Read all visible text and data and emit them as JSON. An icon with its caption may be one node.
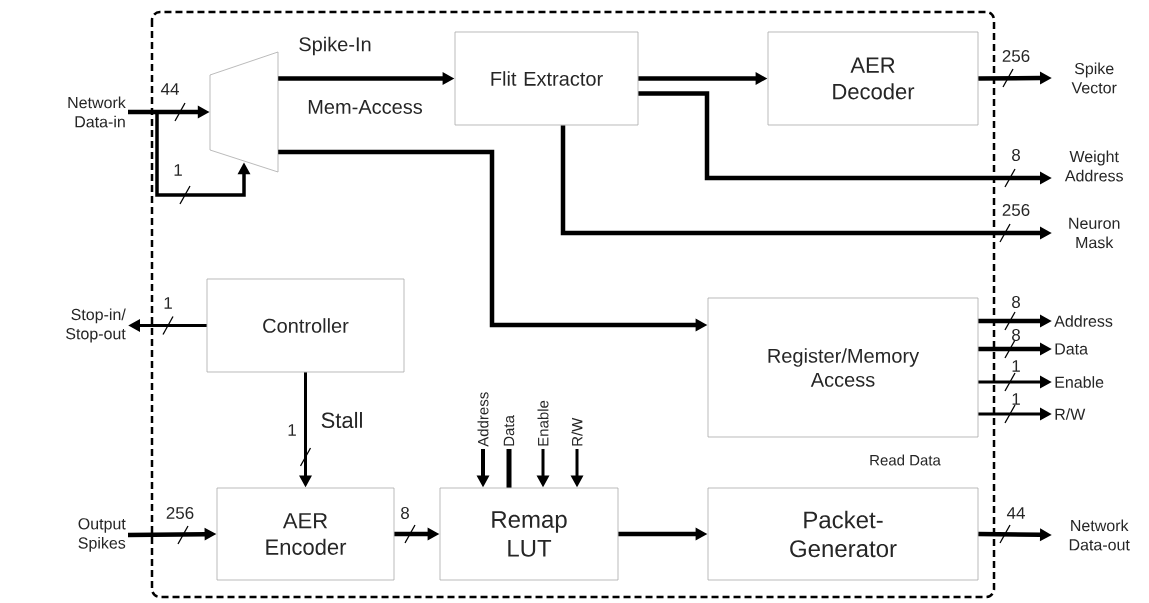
{
  "diagram": {
    "nodes": [
      {
        "text": [
          "Network Data-in"
        ]
      },
      {
        "text": [],
        "shape": "trapezoid"
      },
      {
        "text": [
          "Flit Extractor"
        ]
      },
      {
        "text": [
          "AER Decoder"
        ]
      },
      {
        "text": [
          "Spike Vector"
        ]
      },
      {
        "text": [
          "Weight Address"
        ]
      },
      {
        "text": [
          "Neuron Mask"
        ]
      },
      {
        "text": [
          "Stop-in/ Stop-out"
        ]
      },
      {
        "text": [
          "Controller"
        ]
      },
      {
        "text": [
          "Register/Memory Access"
        ]
      },
      {
        "text": [
          "Address"
        ]
      },
      {
        "text": [
          "Data"
        ]
      },
      {
        "text": [
          "Enable"
        ]
      },
      {
        "text": [
          "R/W"
        ]
      },
      {
        "text": [
          "Output Spikes"
        ]
      },
      {
        "text": [
          "AER Encoder"
        ]
      },
      {
        "text": [
          "Remap LUT"
        ]
      },
      {
        "text": [
          "Packet-Generator"
        ]
      },
      {
        "text": [
          "Network Data-out"
        ]
      },
      {
        "text": [
          "Address"
        ]
      },
      {
        "text": [
          "Data"
        ]
      },
      {
        "text": [
          "Enable"
        ]
      },
      {
        "text": [
          "R/W"
        ]
      }
    ],
    "edges": [
      {
        "from": 0,
        "to": 1,
        "arrow": "to",
        "label": "44"
      },
      {
        "from": 0,
        "to": 1,
        "arrow": "to",
        "label": "1"
      },
      {
        "from": 1,
        "to": 2,
        "arrow": "to",
        "label": "Spike-In"
      },
      {
        "from": 2,
        "to": 3,
        "arrow": "to"
      },
      {
        "from": 3,
        "to": 4,
        "arrow": "to",
        "label": "256"
      },
      {
        "from": 2,
        "to": 5,
        "arrow": "to",
        "label": "8"
      },
      {
        "from": 2,
        "to": 6,
        "arrow": "to",
        "label": "256"
      },
      {
        "from": 1,
        "to": 9,
        "arrow": "to"
      },
      {
        "from": 8,
        "to": 7,
        "arrow": "to",
        "label": "1"
      },
      {
        "from": 9,
        "to": 10,
        "arrow": "to",
        "label": "8"
      },
      {
        "from": 9,
        "to": 11,
        "arrow": "to",
        "label": "8"
      },
      {
        "from": 9,
        "to": 12,
        "arrow": "to",
        "label": "1"
      },
      {
        "from": 9,
        "to": 13,
        "arrow": "to",
        "label": "1"
      },
      {
        "from": 8,
        "to": 15,
        "arrow": "to",
        "label": "1"
      },
      {
        "from": 14,
        "to": 15,
        "arrow": "to",
        "label": "256"
      },
      {
        "from": 15,
        "to": 16,
        "arrow": "to",
        "label": "8"
      },
      {
        "from": 16,
        "to": 17,
        "arrow": "to"
      },
      {
        "from": 17,
        "to": 18,
        "arrow": "to",
        "label": "44"
      },
      {
        "from": 19,
        "to": 16,
        "arrow": "to"
      },
      {
        "from": 20,
        "to": 16,
        "arrow": "none"
      },
      {
        "from": 21,
        "to": 16,
        "arrow": "to"
      },
      {
        "from": 22,
        "to": 16,
        "arrow": "to"
      }
    ],
    "labels": [
      "Mem-Access",
      "Stall",
      "Read Data"
    ]
  }
}
